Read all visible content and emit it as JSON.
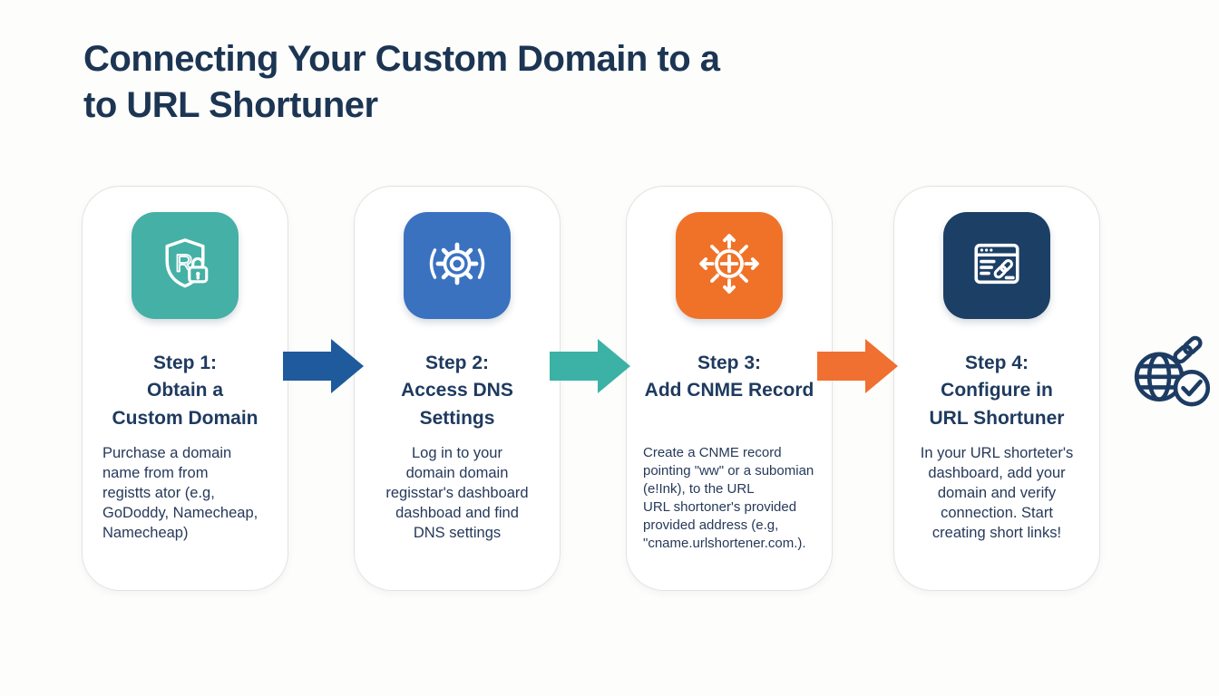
{
  "header": {
    "title": "Connecting Your Custom Domain to a\nto URL Shortuner",
    "title_color": "#1c3553"
  },
  "steps": [
    {
      "icon": "shield-lock-icon",
      "icon_tile_color": "#45b0a5",
      "title": "Step 1:\nObtain a\nCustom Domain",
      "body": "Purchase a domain\nname from from\nregistts ator (e.g,\nGoDoddy, Namecheap,\nNamecheap)"
    },
    {
      "icon": "gear-signal-icon",
      "icon_tile_color": "#3a72c0",
      "title": "Step 2:\nAccess DNS\nSettings",
      "body": "Log in to your\ndomain domain\nregisstar's dashboard\ndashboad and find\nDNS settings"
    },
    {
      "icon": "distribute-arrows-icon",
      "icon_tile_color": "#f07228",
      "title": "Step 3:\nAdd CNME Record",
      "body": "Create a CNME record\npointing \"ww\" or a subomian\n(e!Ink), to the URL\nURL shortoner's provided\nprovided address (e.g,\n\"cname.urlshortener.com.)."
    },
    {
      "icon": "browser-link-icon",
      "icon_tile_color": "#1c3f66",
      "title": "Step 4:\nConfigure in\nURL Shortuner",
      "body": "In your URL shorteter's\ndashboard, add your\ndomain and verify\nconnection. Start\ncreating short links!"
    }
  ],
  "arrows": [
    {
      "name": "arrow-step1-step2",
      "color": "#1e5a9c"
    },
    {
      "name": "arrow-step2-step3",
      "color": "#3bb2a5"
    },
    {
      "name": "arrow-step3-step4",
      "color": "#ef7030"
    }
  ],
  "decoration": {
    "icon": "globe-link-check-icon",
    "color": "#1d3c63"
  }
}
